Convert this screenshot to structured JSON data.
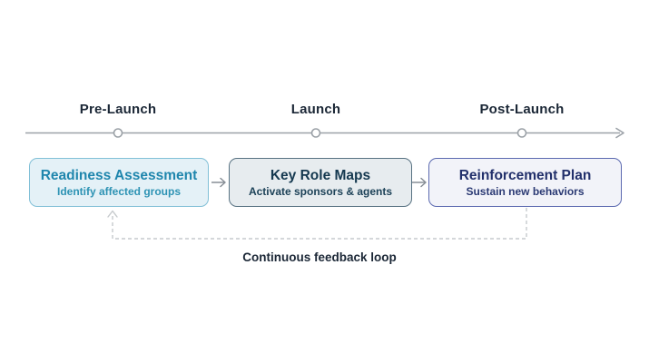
{
  "timeline": {
    "phases": [
      {
        "label": "Pre-Launch"
      },
      {
        "label": "Launch"
      },
      {
        "label": "Post-Launch"
      }
    ]
  },
  "stages": [
    {
      "title": "Readiness Assessment",
      "subtitle": "Identify affected groups",
      "bg": "#e4f1f7",
      "border": "#82c0d7",
      "title_color": "#1f86ad",
      "subtitle_color": "#2d93b4"
    },
    {
      "title": "Key Role Maps",
      "subtitle": "Activate sponsors & agents",
      "bg": "#e7ecef",
      "border": "#587282",
      "title_color": "#14384f",
      "subtitle_color": "#1d4258"
    },
    {
      "title": "Reinforcement Plan",
      "subtitle": "Sustain new behaviors",
      "bg": "#f2f3f9",
      "border": "#5c6ab0",
      "title_color": "#22306b",
      "subtitle_color": "#2b3a74"
    }
  ],
  "feedback": {
    "label": "Continuous feedback loop"
  },
  "colors": {
    "timeline": "#9ba1a7",
    "flow_arrow": "#878e96",
    "dashed_loop": "#c6cacd",
    "heading_text": "#1b2736"
  }
}
